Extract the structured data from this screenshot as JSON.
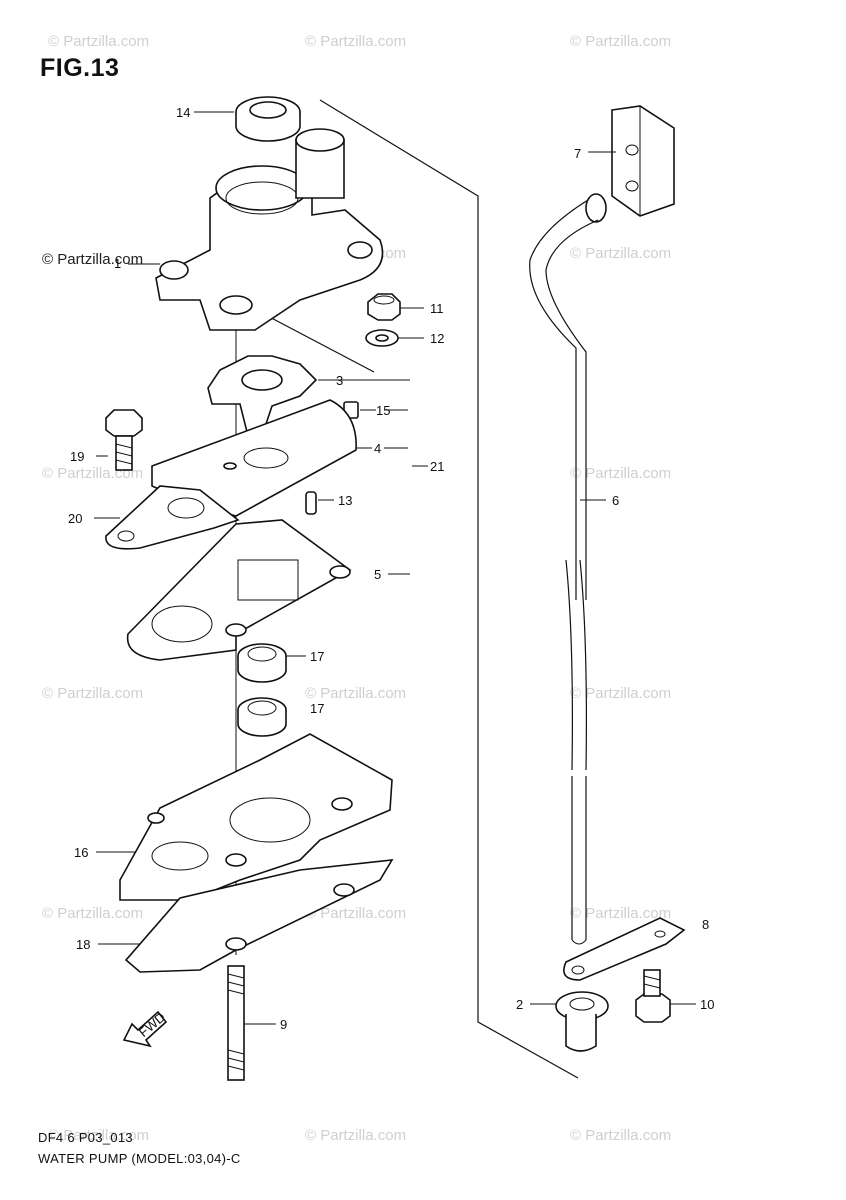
{
  "figure": {
    "title": "FIG.13"
  },
  "caption": {
    "code": "DF4 6 P03_013",
    "description": "WATER PUMP (MODEL:03,04)-C"
  },
  "watermark": {
    "text": "© Partzilla.com",
    "main_text": "© Partzilla.com"
  },
  "callouts": {
    "c1": "1",
    "c2": "2",
    "c3": "3",
    "c4": "4",
    "c5": "5",
    "c6": "6",
    "c7": "7",
    "c8": "8",
    "c9": "9",
    "c10": "10",
    "c11": "11",
    "c12": "12",
    "c13": "13",
    "c14": "14",
    "c15": "15",
    "c16": "16",
    "c17a": "17",
    "c17b": "17",
    "c18": "18",
    "c19": "19",
    "c20": "20",
    "c21": "21"
  },
  "fwd_label": "FWD"
}
